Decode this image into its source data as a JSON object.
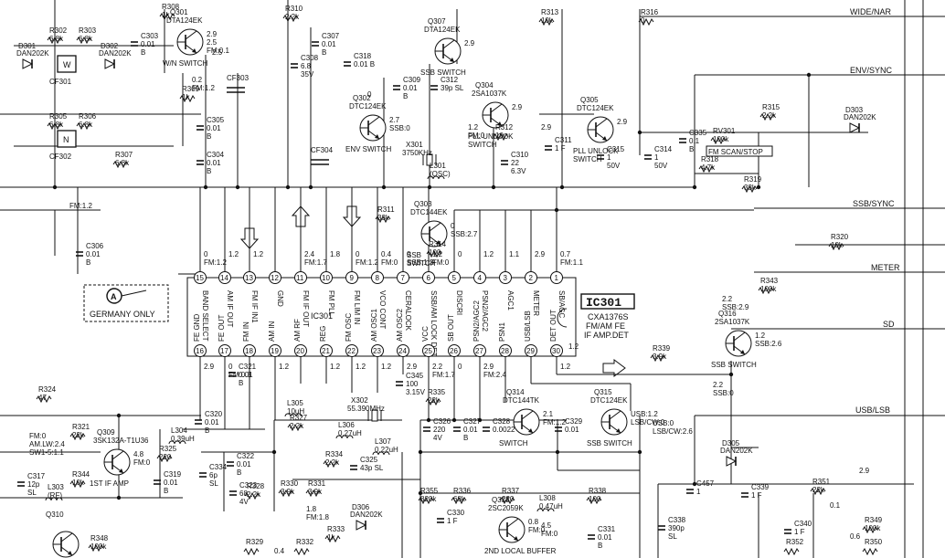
{
  "ic": {
    "name": "IC301",
    "part": "CXA1376S",
    "desc1": "FM/AM FE",
    "desc2": "IF AMP.DET",
    "top_pins": [
      {
        "n": "15",
        "label": "BAND SELECT",
        "volt": "0\nFM:1.2"
      },
      {
        "n": "14",
        "label": "AM IF OUT",
        "volt": "1.2"
      },
      {
        "n": "13",
        "label": "FM IF IN1",
        "volt": "1.2"
      },
      {
        "n": "12",
        "label": "GND",
        "volt": ""
      },
      {
        "n": "11",
        "label": "FM IF OUT",
        "volt": "2.4\nFM:1.7"
      },
      {
        "n": "10",
        "label": "FM PLL",
        "volt": "1.8"
      },
      {
        "n": "9",
        "label": "FM LIM IN",
        "volt": "0\nFM:1.2"
      },
      {
        "n": "8",
        "label": "VCO CONT",
        "volt": "0.4\nFM:0"
      },
      {
        "n": "7",
        "label": "CERALOCK",
        "volt": "0\nSSB:1.3"
      },
      {
        "n": "6",
        "label": "SSB/AM LOCK DET",
        "volt": "1.2\nFM:0"
      },
      {
        "n": "5",
        "label": "DISCRI",
        "volt": "0"
      },
      {
        "n": "4",
        "label": "PSN2/AGC2",
        "volt": "1.2"
      },
      {
        "n": "3",
        "label": "AGC1",
        "volt": "1.1"
      },
      {
        "n": "2",
        "label": "METER",
        "volt": "2.9"
      },
      {
        "n": "1",
        "label": "SB/AGC",
        "volt": "0.7\nFM:1.1"
      }
    ],
    "bottom_pins": [
      {
        "n": "16",
        "label": "FE GND",
        "volt": "2.9"
      },
      {
        "n": "17",
        "label": "FE OUT",
        "volt": "0\nFM:0.3"
      },
      {
        "n": "18",
        "label": "FM IN",
        "volt": ""
      },
      {
        "n": "19",
        "label": "AM IN",
        "volt": "1.2"
      },
      {
        "n": "20",
        "label": "AM RF",
        "volt": ""
      },
      {
        "n": "21",
        "label": "REG",
        "volt": "1.2"
      },
      {
        "n": "22",
        "label": "FM OSC",
        "volt": "1.2"
      },
      {
        "n": "23",
        "label": "AM OSC1",
        "volt": "1.2"
      },
      {
        "n": "24",
        "label": "AM OSC2",
        "volt": "2.9"
      },
      {
        "n": "25",
        "label": "VCC",
        "volt": "2.2\nFM:1.7"
      },
      {
        "n": "26",
        "label": "SB OUT",
        "volt": "0"
      },
      {
        "n": "27",
        "label": "PSN2/AGC2",
        "volt": "2.9\nFM:2.4"
      },
      {
        "n": "28",
        "label": "PSN1",
        "volt": ""
      },
      {
        "n": "29",
        "label": "USB/LSB",
        "volt": ""
      },
      {
        "n": "30",
        "label": "DET OUT",
        "volt": "1.2"
      }
    ],
    "ic_label": "IC301"
  },
  "right_rails": [
    "WIDE/NAR",
    "ENV/SYNC",
    "SSB/SYNC",
    "METER",
    "SD",
    "USB/LSB"
  ],
  "note": {
    "marker": "A",
    "text": "GERMANY ONLY"
  },
  "fm_scan": "FM SCAN/STOP",
  "transistors": [
    {
      "ref": "Q301",
      "part": "DTA124EK",
      "fn": "W/N SWITCH",
      "v": "2.9\n2.5\nFM:0.1"
    },
    {
      "ref": "Q307",
      "part": "DTA124EK",
      "fn": "SSB SWITCH",
      "v": "2.9"
    },
    {
      "ref": "Q302",
      "part": "DTC124EK",
      "fn": "ENV SWITCH",
      "v": "2.7\nSSB:0"
    },
    {
      "ref": "Q304",
      "part": "2SA1037K",
      "fn": "PLL UNLOCK\nSWITCH",
      "v": "2.9"
    },
    {
      "ref": "Q305",
      "part": "DTC124EK",
      "fn": "PLL UNLOCK\nSWITCH",
      "v": "2.9"
    },
    {
      "ref": "Q303",
      "part": "DTC144EK",
      "fn": "SSB\nSWITCH",
      "v": "0\nSSB:2.7"
    },
    {
      "ref": "Q316",
      "part": "2SA1037K",
      "fn": "SSB SWITCH",
      "v": "1.2\nSSB:2.6"
    },
    {
      "ref": "Q314",
      "part": "DTC144TK",
      "fn": "SWITCH",
      "v": "2.1\nFM:1.2"
    },
    {
      "ref": "Q315",
      "part": "DTC124EK",
      "fn": "SSB SWITCH",
      "v": "USB:1.2\nLSB/CW:0"
    },
    {
      "ref": "Q309",
      "part": "3SK132A-T1U36",
      "fn": "1ST IF AMP",
      "v": "4.8\nFM:0"
    },
    {
      "ref": "Q313",
      "part": "2SC2059K",
      "fn": "2ND LOCAL BUFFER",
      "v": "0.8\nFM:0"
    },
    {
      "ref": "Q310",
      "part": "",
      "fn": "",
      "v": ""
    }
  ],
  "diodes": [
    {
      "ref": "D301",
      "part": "DAN202K"
    },
    {
      "ref": "D302",
      "part": "DAN202K"
    },
    {
      "ref": "D303",
      "part": "DAN202K"
    },
    {
      "ref": "D305",
      "part": "DAN202K"
    },
    {
      "ref": "D306",
      "part": "DAN202K"
    }
  ],
  "filters": [
    {
      "ref": "CF301",
      "mark": "W"
    },
    {
      "ref": "CF302",
      "mark": "N"
    },
    {
      "ref": "CF303",
      "mark": ""
    },
    {
      "ref": "CF304",
      "mark": ""
    }
  ],
  "crystals": [
    {
      "ref": "X301",
      "val": "3750KHz"
    },
    {
      "ref": "X302",
      "val": "55.390MHz"
    }
  ],
  "resistors": [
    "R308\n1k",
    "R302\n6.8k",
    "R303\n6.8k",
    "R310\n2.2k",
    "R313\n10k",
    "R316\n0",
    "R309\n1k",
    "R305\n6.8k",
    "R306\n6.8k",
    "R307\n6.8k",
    "R312\n10",
    "R315\n2.2k",
    "R318\n4.7k",
    "R319\n33k",
    "R311\n33k",
    "R314\n100",
    "R320\n10k",
    "R343\n100k",
    "R339\n3.9k",
    "R324\n47",
    "R321\n22k",
    "R325\n220",
    "R327\n2.2k",
    "R334\n2.2k",
    "R335\n22k",
    "R344\n10k",
    "R328\n2.2k",
    "R330\n3.9k",
    "R331\n3.9k",
    "R333\n1k",
    "R355\n820k",
    "R336\n68k",
    "R337\n220",
    "R338\n100",
    "R351\n22k",
    "R349\n100k",
    "R348\n100k",
    "R352\n",
    "R329\n",
    "R332\n",
    "R350\n",
    "RV301\n100k"
  ],
  "capacitors": [
    "C303\n0.01\nB",
    "C307\n0.01\nB",
    "C308\n6.8\n35V",
    "C318\n0.01 B",
    "C309\n0.01\nB",
    "C312\n39p SL",
    "C305\n0.01\nB",
    "C304\n0.01\nB",
    "C311\n1 F",
    "C315\n1\n50V",
    "C314\n1\n50V",
    "C335\n0.1\nB",
    "C310\n22\n6.3V",
    "C306\n0.01\nB",
    "C321\n0.01\nB",
    "C326\n220\n4V",
    "C327\n0.01\nB",
    "C328\n0.0022",
    "C329\n0.01",
    "C345\n100\n3.15V",
    "C320\n0.01\nB",
    "C319\n0.01\nB",
    "C334\n6p\nSL",
    "C322\n0.01\nB",
    "C323\n68\n4V",
    "C325\n43p SL",
    "C317\n12p\nSL",
    "C330\n1 F",
    "C331\n0.01\nB",
    "C457\n1",
    "C339\n1 F",
    "C340\n1 F",
    "C338\n390p\nSL"
  ],
  "inductors": [
    "L301\n(OSC)",
    "L305\n10uH",
    "L304\n0.39uH",
    "L306\n0.27uH",
    "L307\n0.22uH",
    "L303\n(RF)",
    "L308\n0.47uH"
  ],
  "misc_voltages": [
    "0.2\nFM:1.2",
    "1.2\nFM:0",
    "FM:1.2",
    "2.2\nSSB:2.9",
    "2.2\nSSB:0",
    "USB:0\nLSB/CW:2.6",
    "2.9",
    "FM:0\nAM.LW:2.4\nSW1-5:1.1",
    "4.5\nFM:0",
    "1.8\nFM:1.8",
    "0.4",
    "0.6",
    "0.1",
    "2.5",
    "0",
    "2.9",
    "1.2"
  ]
}
